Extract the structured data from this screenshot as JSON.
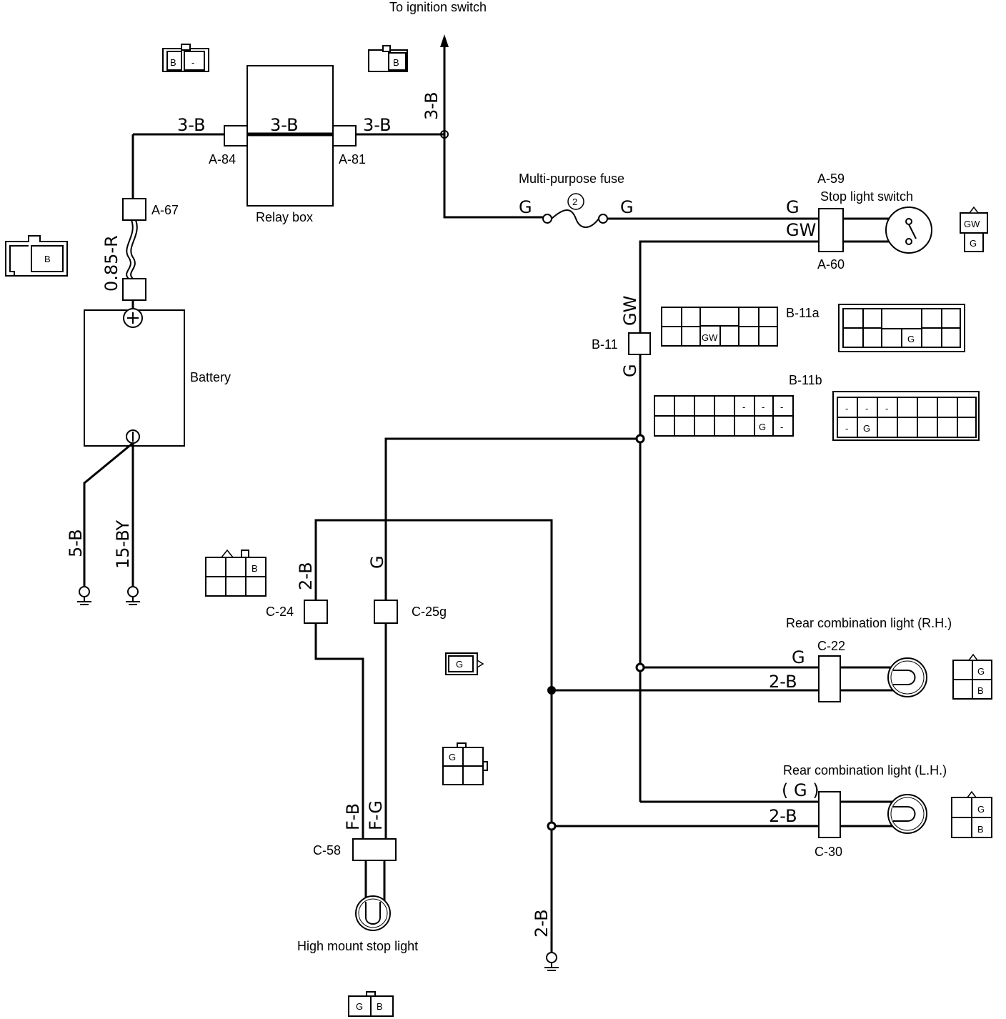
{
  "labels": {
    "ignition": "To ignition switch",
    "relay_box": "Relay box",
    "battery": "Battery",
    "fuse": "Multi-purpose fuse",
    "fuse_num": "2",
    "stop_switch": "Stop light switch",
    "rear_rh": "Rear combination light (R.H.)",
    "rear_lh": "Rear combination light (L.H.)",
    "high_mount": "High mount stop light"
  },
  "connectors": {
    "a84": "A-84",
    "a81": "A-81",
    "a67": "A-67",
    "a59": "A-59",
    "a60": "A-60",
    "b11": "B-11",
    "b11a": "B-11a",
    "b11b": "B-11b",
    "c24": "C-24",
    "c25g": "C-25g",
    "c22": "C-22",
    "c30": "C-30",
    "c58": "C-58"
  },
  "wires": {
    "w3b_left": "3-B",
    "w3b_mid": "3-B",
    "w3b_right": "3-B",
    "w3b_vert": "3-B",
    "w085r": "0.85-R",
    "w5b": "5-B",
    "w15by": "15-BY",
    "g_fuse_l": "G",
    "g_fuse_r": "G",
    "g_switch": "G",
    "gw_switch": "GW",
    "gw_b11": "GW",
    "g_b11": "G",
    "w2b_c24": "2-B",
    "g_c25": "G",
    "g_c22": "G",
    "w2b_c22": "2-B",
    "g_c30": "( G )",
    "w2b_c30": "2-B",
    "fb": "F-B",
    "fg": "F-G",
    "w2b_ground": "2-B"
  },
  "pins": {
    "b": "B",
    "dash": "-",
    "g": "G",
    "gw": "GW"
  }
}
